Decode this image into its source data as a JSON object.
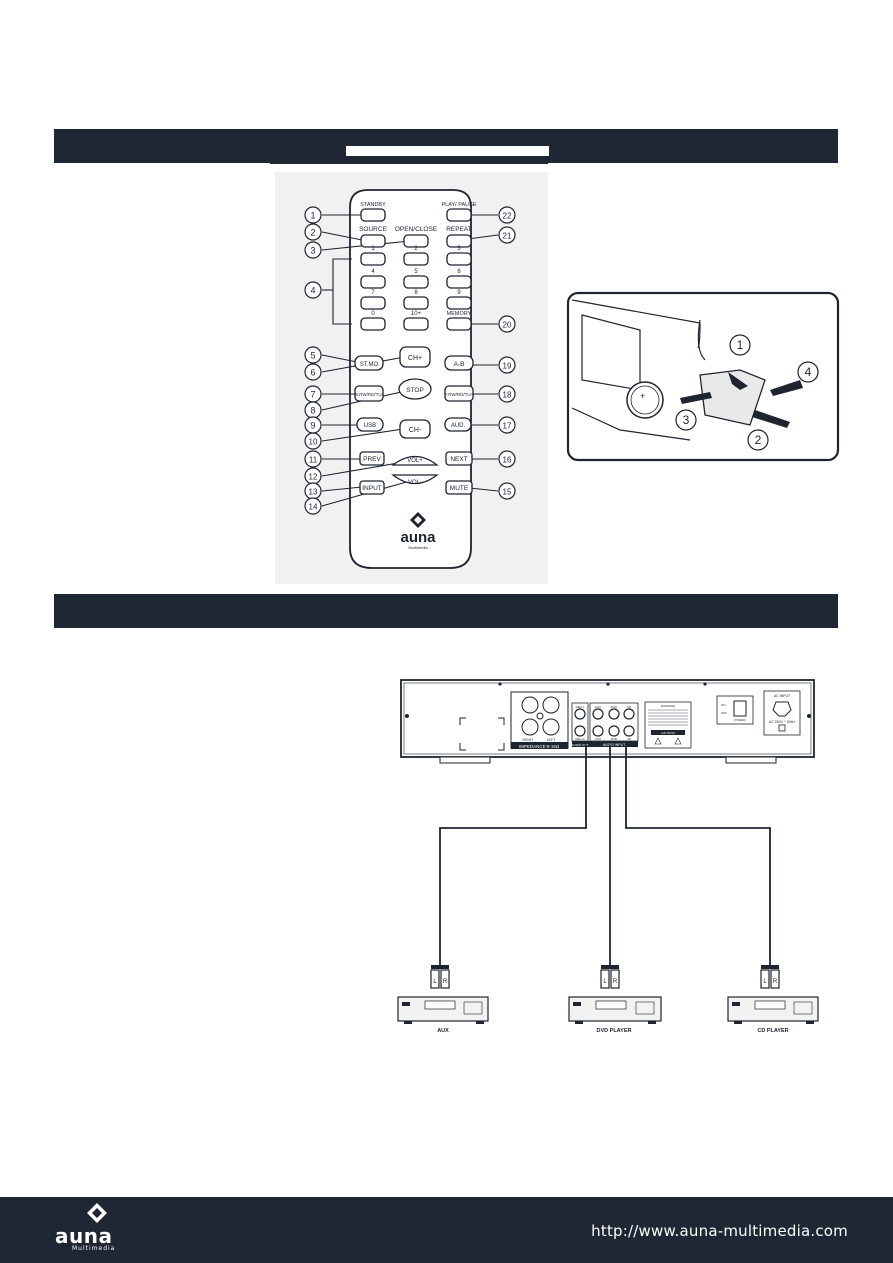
{
  "remote": {
    "buttons": {
      "standby": "STANDBY",
      "play_pause": "PLAY/ PAUSE",
      "source": "SOURCE",
      "open_close": "OPEN/CLOSE",
      "repeat": "REPEAT",
      "n1": "1",
      "n2": "2",
      "n3": "3",
      "n4": "4",
      "n5": "5",
      "n6": "6",
      "n7": "7",
      "n8": "8",
      "n9": "9",
      "n0": "0",
      "n10": "10+",
      "memory": "MEMORY",
      "st_mo": "ST.MO",
      "ch_plus": "CH+",
      "a_b": "A-B",
      "b_rw": "B.RW/RD/TU-",
      "stop": "STOP",
      "f_rw": "F.RW/RD/TU+",
      "usb": "USB",
      "ch_minus": "CH-",
      "audio": "AUD.",
      "prev": "PREV",
      "next": "NEXT",
      "vol_plus": "VOL+",
      "input": "INPUT",
      "vol_minus": "VOL-",
      "mute": "MUTE"
    },
    "callouts": [
      "1",
      "2",
      "3",
      "4",
      "5",
      "6",
      "7",
      "8",
      "9",
      "10",
      "11",
      "12",
      "13",
      "14",
      "15",
      "16",
      "17",
      "18",
      "19",
      "20",
      "21",
      "22"
    ],
    "logo_word": "auna",
    "logo_sub": "Multimedia"
  },
  "battery": {
    "steps": [
      "1",
      "2",
      "3",
      "4"
    ],
    "cell_mark": "+"
  },
  "rear_panel": {
    "impedance_label": "IMPEDANCE:8-16Ω",
    "speaker_right": "RIGHT",
    "speaker_left": "LEFT",
    "audio_out_label": "AUDIO OUT",
    "audio_input_label": "AUDIO INPUT",
    "jack_labels": [
      "REC L",
      "AUX",
      "DVD",
      "CD",
      "REC R",
      "AUX",
      "DVD",
      "CD"
    ],
    "warning_title": "WARNING",
    "caution_label": "CAUTION",
    "power_label": "POWER",
    "power_on": "ON",
    "power_off": "OFF",
    "ac_input": "AC INPUT",
    "ac_rating": "AC 230V ~ 50Hz"
  },
  "devices": [
    {
      "name": "AUX"
    },
    {
      "name": "DVD PLAYER"
    },
    {
      "name": "CD PLAYER"
    }
  ],
  "plug_labels": {
    "left": "L",
    "right": "R"
  },
  "footer": {
    "url": "http://www.auna-multimedia.com",
    "logo_word": "auna",
    "logo_sub": "Multimedia"
  },
  "colors": {
    "bar": "#1e2733",
    "ink": "#1e2530"
  }
}
